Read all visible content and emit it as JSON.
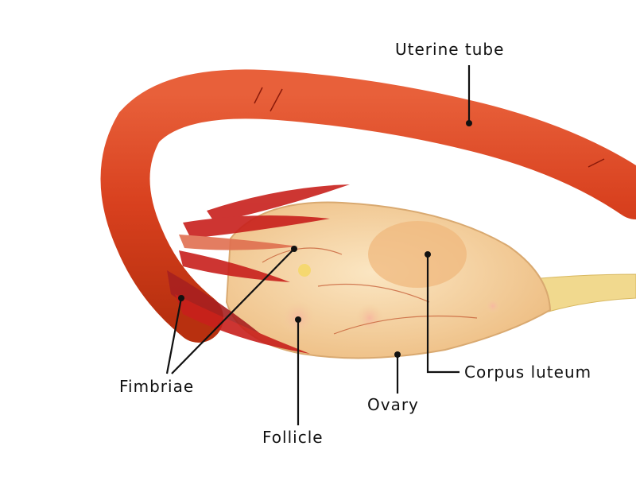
{
  "labels": {
    "uterine_tube": "Uterine tube",
    "corpus_luteum": "Corpus luteum",
    "fimbriae": "Fimbriae",
    "ovary": "Ovary",
    "follicle": "Follicle"
  },
  "colors": {
    "tube": "#d8401e",
    "tube_dark": "#a8240f",
    "ovary": "#f2cf9c",
    "ligament": "#f1d98e",
    "fimbriae": "#c8201c",
    "leader": "#111111"
  }
}
